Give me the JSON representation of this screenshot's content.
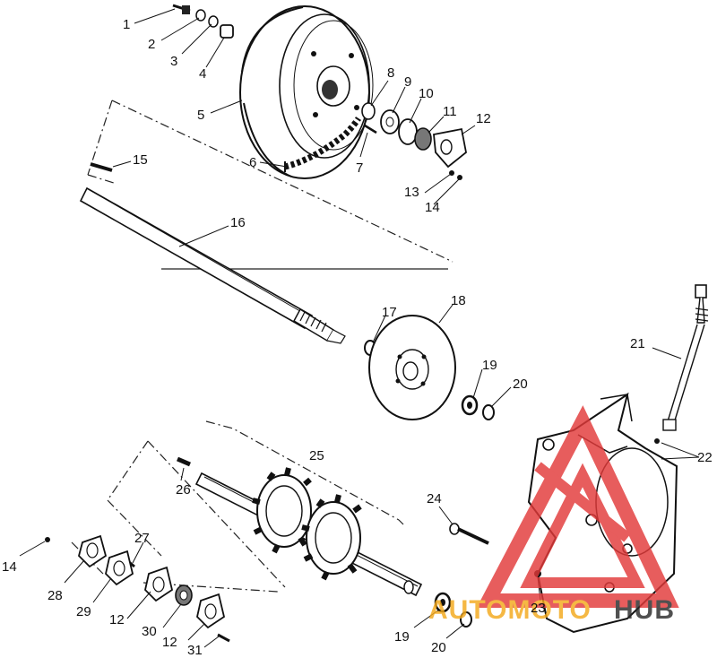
{
  "diagram": {
    "callouts": {
      "c1": "1",
      "c2": "2",
      "c3": "3",
      "c4": "4",
      "c5": "5",
      "c6": "6",
      "c7": "7",
      "c8": "8",
      "c9": "9",
      "c10": "10",
      "c11": "11",
      "c12a": "12",
      "c13": "13",
      "c14a": "14",
      "c15": "15",
      "c16": "16",
      "c17": "17",
      "c18": "18",
      "c19a": "19",
      "c20a": "20",
      "c21": "21",
      "c22": "22",
      "c23": "23",
      "c24": "24",
      "c25": "25",
      "c26": "26",
      "c27": "27",
      "c14b": "14",
      "c28": "28",
      "c29": "29",
      "c12b": "12",
      "c30": "30",
      "c12c": "12",
      "c31": "31",
      "c19b": "19",
      "c20b": "20"
    }
  },
  "watermark": {
    "left_text": "AUTOMOTO",
    "right_text": "HUB",
    "left_color": "#f4a91c",
    "right_color": "#2a2a2a",
    "logo_color": "#e23a3a"
  }
}
